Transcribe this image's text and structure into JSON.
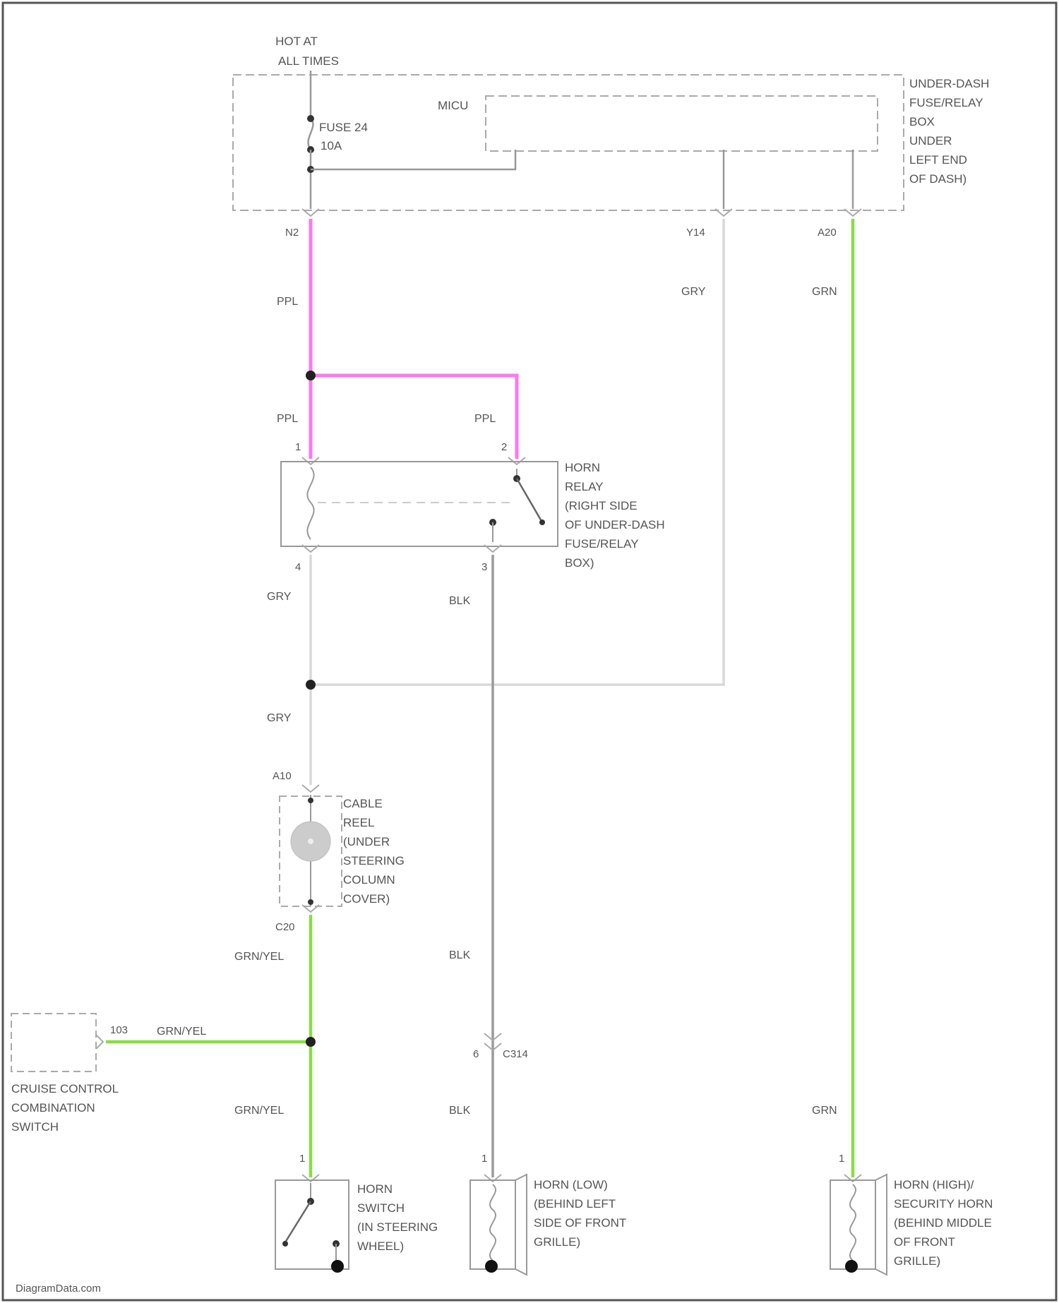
{
  "power": {
    "hot_line1": "HOT AT",
    "hot_line2": "ALL TIMES"
  },
  "fuse_box": {
    "label": [
      "UNDER-DASH",
      "FUSE/RELAY",
      "BOX",
      "UNDER",
      "LEFT END",
      "OF DASH)"
    ],
    "micu": "MICU",
    "fuse_line1": "FUSE 24",
    "fuse_line2": "10A",
    "pins": {
      "n2": "N2",
      "y14": "Y14",
      "a20": "A20"
    }
  },
  "wires": {
    "ppl_main": "PPL",
    "ppl_left": "PPL",
    "ppl_right": "PPL",
    "gry_y14": "GRY",
    "grn_a20": "GRN",
    "gry_relay": "GRY",
    "blk_relay": "BLK",
    "gry_lower": "GRY",
    "grn_yel_upper": "GRN/YEL",
    "grn_yel_cruise": "GRN/YEL",
    "grn_yel_lower": "GRN/YEL",
    "blk_mid": "BLK",
    "blk_lower": "BLK",
    "grn_lower": "GRN"
  },
  "relay": {
    "label": [
      "HORN",
      "RELAY",
      "(RIGHT SIDE",
      "OF UNDER-DASH",
      "FUSE/RELAY",
      "BOX)"
    ],
    "pin1": "1",
    "pin2": "2",
    "pin4": "4",
    "pin3": "3"
  },
  "cable_reel": {
    "label": [
      "CABLE",
      "REEL",
      "(UNDER",
      "STEERING",
      "COLUMN",
      "COVER)"
    ],
    "top_pin": "A10",
    "bottom_pin": "C20"
  },
  "cruise": {
    "label": [
      "CRUISE CONTROL",
      "COMBINATION",
      "SWITCH"
    ],
    "pin": "103"
  },
  "connector": {
    "pin": "6",
    "name": "C314"
  },
  "horn_switch": {
    "label": [
      "HORN",
      "SWITCH",
      "(IN STEERING",
      "WHEEL)"
    ],
    "pin": "1"
  },
  "horn_low": {
    "label": [
      "HORN (LOW)",
      "(BEHIND LEFT",
      "SIDE OF FRONT",
      "GRILLE)"
    ],
    "pin": "1"
  },
  "horn_high": {
    "label": [
      "HORN (HIGH)/",
      "SECURITY HORN",
      "(BEHIND MIDDLE",
      "OF FRONT",
      "GRILLE)"
    ],
    "pin": "1"
  },
  "footer": "DiagramData.com",
  "colors": {
    "ppl": "#ff77ee",
    "grn": "#88dd44",
    "gry": "#d8d8d8",
    "blk": "#9a9a9a",
    "line": "#999999"
  }
}
